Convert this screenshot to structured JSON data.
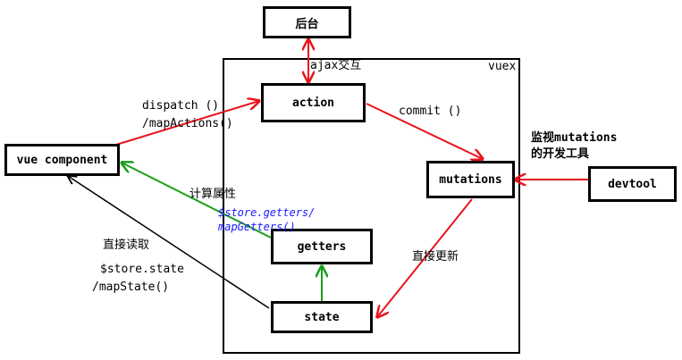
{
  "nodes": {
    "backend": "后台",
    "action": "action",
    "mutations": "mutations",
    "getters": "getters",
    "state": "state",
    "vue_component": "vue component",
    "devtool": "devtool"
  },
  "container": {
    "title": "vuex"
  },
  "labels": {
    "ajax": "ajax交互",
    "dispatch_line1": "dispatch ()",
    "dispatch_line2": "/mapActions()",
    "commit": "commit ()",
    "monitor_line1": "监视mutations",
    "monitor_line2": "的开发工具",
    "computed": "计算属性",
    "getters_line1": "$store.getters/",
    "getters_line2": "mapGetters()",
    "read_direct": "直接读取",
    "state_line1": "$store.state",
    "state_line2": "/mapState()",
    "update_direct": "直接更新"
  },
  "colors": {
    "red_arrow": "#e8141c",
    "green_arrow": "#1a9e1a",
    "black_arrow": "#000000",
    "blue_text": "#1a1aff"
  }
}
